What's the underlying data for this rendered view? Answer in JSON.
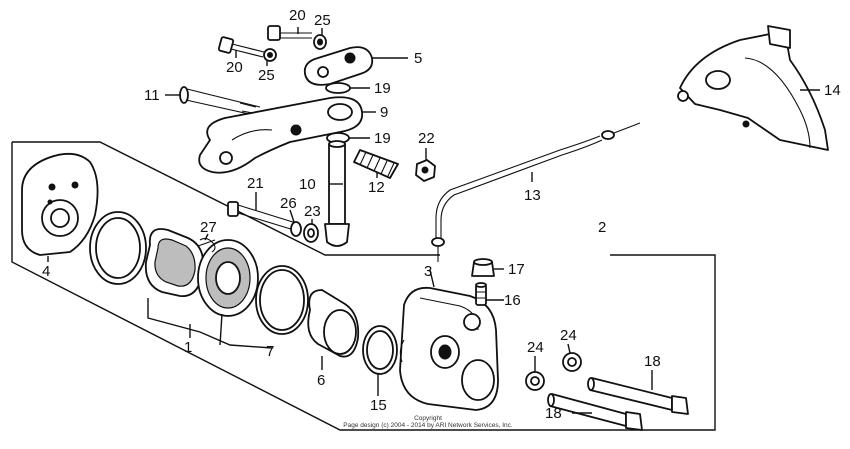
{
  "diagram": {
    "callouts": [
      "20",
      "25",
      "20",
      "25",
      "5",
      "11",
      "19",
      "9",
      "19",
      "22",
      "12",
      "10",
      "13",
      "21",
      "26",
      "23",
      "27",
      "2",
      "4",
      "3",
      "17",
      "16",
      "1",
      "7",
      "6",
      "15",
      "24",
      "24",
      "18",
      "18",
      "14"
    ],
    "copyright_line1": "Copyright",
    "copyright_line2": "Page design (c) 2004 - 2014 by ARI Network Services, Inc."
  }
}
